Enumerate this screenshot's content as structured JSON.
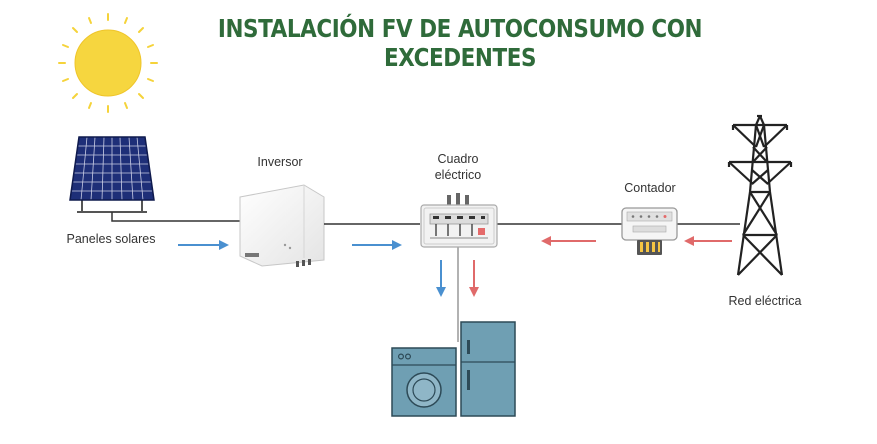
{
  "title": "INSTALACIÓN FV DE AUTOCONSUMO CON EXCEDENTES",
  "labels": {
    "panels": "Paneles solares",
    "inverter": "Inversor",
    "panel_box_line1": "Cuadro",
    "panel_box_line2": "eléctrico",
    "meter": "Contador",
    "grid": "Red eléctrica"
  },
  "colors": {
    "title": "#2f6b3a",
    "sun": "#f5d33a",
    "solar_panel": "#1e2f78",
    "line": "#333333",
    "arrow_self_consumption": "#4a90d0",
    "arrow_grid": "#e06a6a",
    "appliance": "#6f9fb3"
  },
  "icons": [
    "sun-icon",
    "solar-panel-icon",
    "inverter-icon",
    "electrical-panel-icon",
    "meter-icon",
    "pylon-icon",
    "washing-machine-icon",
    "fridge-icon"
  ]
}
